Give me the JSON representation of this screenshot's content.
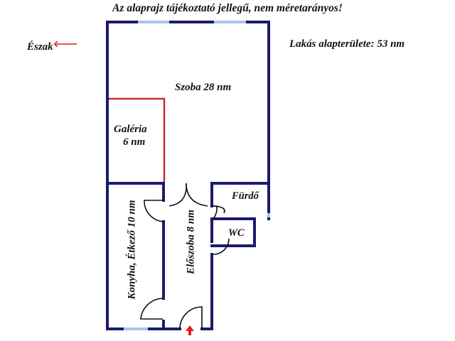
{
  "header": {
    "title": "Az alaprajz tájékoztató jellegű, nem méretarányos!",
    "north_label": "Észak",
    "north_arrow_icon": "arrow-left-icon",
    "total_area": "Lakás alapterülete: 53 nm"
  },
  "rooms": {
    "szoba": "Szoba 28 nm",
    "galeria_name": "Galéria",
    "galeria_area": "6 nm",
    "furdo": "Fürdő",
    "wc": "WC",
    "konyha": "Konyha, Étkező 10 nm",
    "eloszoba": "Előszoba 8 nm"
  },
  "colors": {
    "wall": "#1a1a6e",
    "window": "#a9c4e6",
    "gallery": "#cc2b2b",
    "door_swing": "#111111",
    "arrow": "#e02020"
  },
  "entrance_arrow_icon": "arrow-up-icon"
}
